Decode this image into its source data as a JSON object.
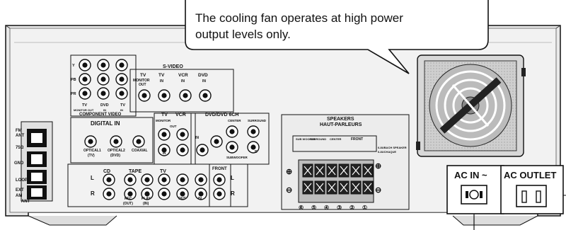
{
  "callout": {
    "line1": "The cooling fan operates at high power",
    "line2": "output levels only."
  },
  "labels": {
    "s_video": "S-VIDEO",
    "tv_monitor": "TV",
    "monitor_out": "MONITOR",
    "out": "OUT",
    "tv_in": "TV",
    "vcr_in": "VCR",
    "dvd_in": "DVD",
    "in": "IN",
    "component_video": "COMPONENT VIDEO",
    "y": "Y",
    "pb": "PB",
    "pr": "PR",
    "cv_tv": "TV",
    "cv_monitor_out": "MONITOR OUT",
    "cv_dvd": "DVD",
    "cv_dvd_in": "IN",
    "cv_tv2": "TV",
    "cv_tv2_in": "IN",
    "digital_in": "DIGITAL IN",
    "optical1": "OPTICAL1",
    "optical1_sub": "(TV)",
    "optical2": "OPTICAL2",
    "optical2_sub": "(DVD)",
    "coaxial": "COAXIAL",
    "tv_vcr_tv": "TV",
    "tv_vcr_vcr": "VCR",
    "dvd6ch": "DVD/DVD 6CH",
    "center": "CENTER",
    "surround": "SURROUND",
    "subwoofer": "SUBWOOFER",
    "r": "R",
    "fm_ant": "FM",
    "ant": "ANT",
    "ohm75": "75Ω",
    "gnd": "GND",
    "loop": "LOOP",
    "ext": "EXT",
    "am": "AM",
    "ant2": "ANT",
    "cd": "CD",
    "tape": "TAPE",
    "tv_audio": "TV",
    "front": "FRONT",
    "rec": "REC",
    "rec_out": "(OUT)",
    "play": "PLAY",
    "play_in": "(IN)",
    "vcr_out": "OUT",
    "vcr_in2": "IN",
    "L": "L",
    "R": "R",
    "speakers": "SPEAKERS",
    "haut_parleurs": "HAUT-PARLEURS",
    "sub_woofer": "SUB WOOFER",
    "sp_surround": "SURROUND",
    "sp_center": "CENTER",
    "sp_front": "FRONT",
    "six_ch": "6-8UBACH SPEAKER",
    "six_ch2": "6-8UCHAQUE",
    "ac_in": "AC IN ~",
    "ac_outlet": "AC OUTLET",
    "plus": "⊕",
    "minus": "⊖",
    "n6": "⑥",
    "n5": "⑤",
    "n4": "④",
    "n3": "③",
    "n2": "②",
    "n1": "①"
  }
}
